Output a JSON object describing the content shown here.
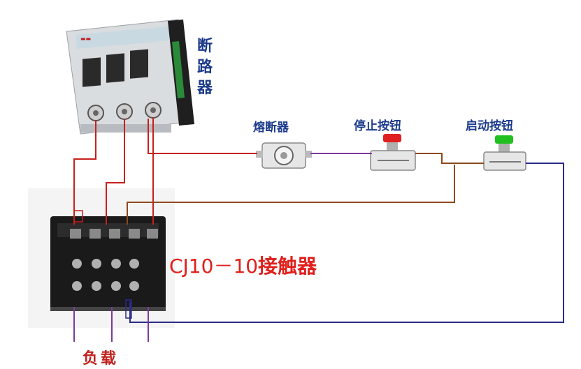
{
  "labels": {
    "breaker": [
      "断",
      "路",
      "器"
    ],
    "fuse": "熔断器",
    "stop_button": "停止按钮",
    "start_button": "启动按钮",
    "contactor_model": "CJ10－10",
    "contactor_name": "接触器",
    "load": "负载"
  },
  "colors": {
    "wire_red": "#c8201c",
    "wire_purple": "#7a3c9c",
    "wire_brown": "#8c4a1c",
    "wire_blue": "#2a2a8c",
    "label_blue": "#1c3b8c",
    "label_red": "#e0201c",
    "stop_cap": "#e02020",
    "start_cap": "#20c020",
    "breaker_body": "#e8eaec",
    "breaker_stripe": "#2a8a3a",
    "contactor_body": "#1a1a1a"
  },
  "icons": {
    "breaker": "circuit-breaker-icon",
    "fuse": "fuse-icon",
    "stop_button": "stop-pushbutton-icon",
    "start_button": "start-pushbutton-icon",
    "contactor": "contactor-icon"
  }
}
